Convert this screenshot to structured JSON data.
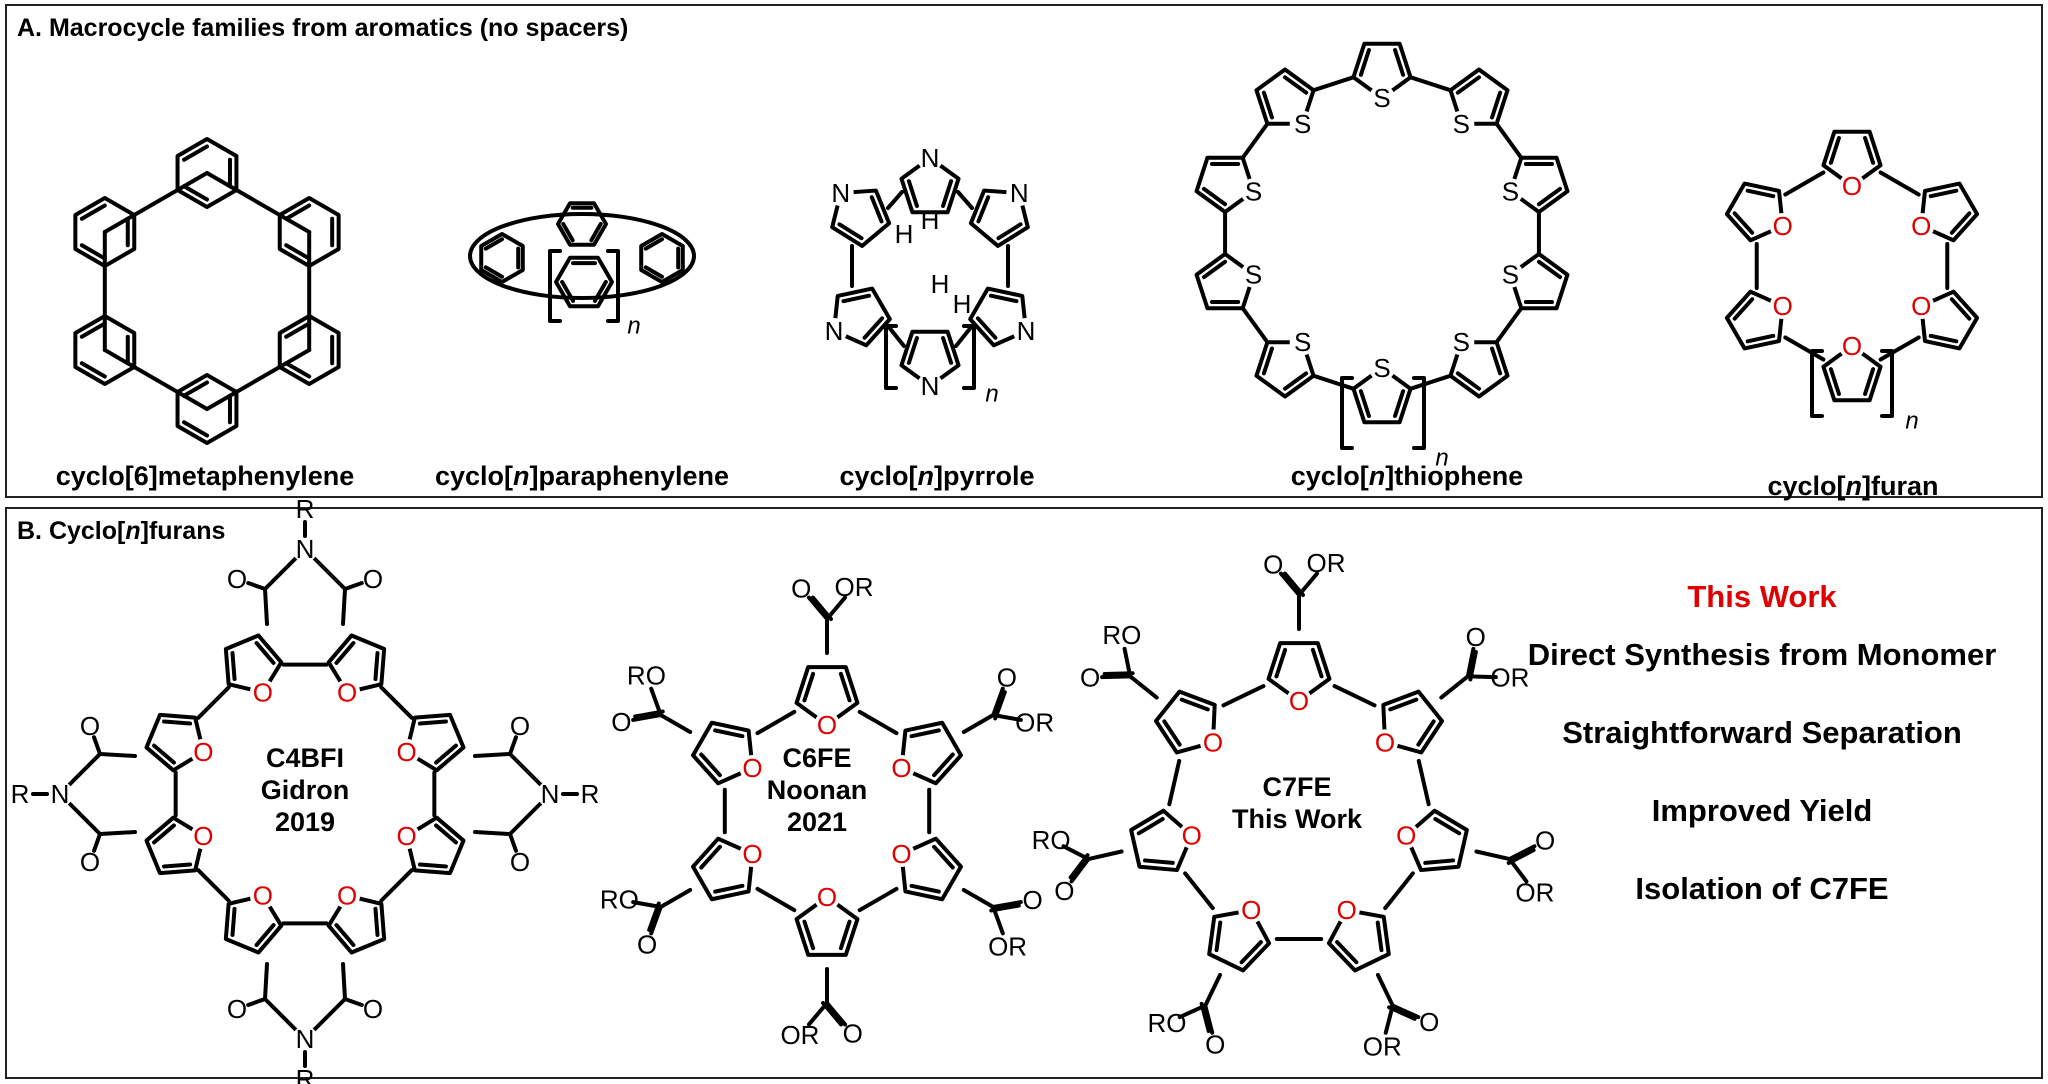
{
  "panel_a": {
    "title": "A. Macrocycle families from aromatics (no spacers)",
    "structures": [
      {
        "id": "cmp",
        "label_pre": "cyclo[6]metaphenylene",
        "label_it": "",
        "label_post": ""
      },
      {
        "id": "cpp",
        "label_pre": "cyclo[",
        "label_it": "n",
        "label_post": "]paraphenylene"
      },
      {
        "id": "cpy",
        "label_pre": "cyclo[",
        "label_it": "n",
        "label_post": "]pyrrole"
      },
      {
        "id": "cth",
        "label_pre": "cyclo[",
        "label_it": "n",
        "label_post": "]thiophene"
      },
      {
        "id": "cfu",
        "label_pre": "cyclo[",
        "label_it": "n",
        "label_post": "]furan"
      }
    ],
    "subscript": "n",
    "atoms": {
      "N": "N",
      "NH": "N-H",
      "H": "H",
      "S": "S",
      "O": "O"
    }
  },
  "panel_b": {
    "title_pre": "B. Cyclo[",
    "title_it": "n",
    "title_post": "]furans",
    "c4bfi": {
      "name": "C4BFI",
      "author": "Gidron",
      "year": "2019",
      "r": "R",
      "o": "O",
      "n": "N"
    },
    "c6fe": {
      "name": "C6FE",
      "author": "Noonan",
      "year": "2021",
      "ester": "OR",
      "ester_l": "RO",
      "o": "O"
    },
    "c7fe": {
      "name": "C7FE",
      "author": "This Work",
      "ester": "OR",
      "ester_l": "RO",
      "o": "O"
    },
    "side": {
      "heading": "This Work",
      "items": [
        "Direct Synthesis from Monomer",
        "Straightforward Separation",
        "Improved Yield",
        "Isolation of C7FE"
      ]
    }
  },
  "colors": {
    "heteroatom_o": "#e00000",
    "heading": "#e00000",
    "ink": "#000000"
  }
}
